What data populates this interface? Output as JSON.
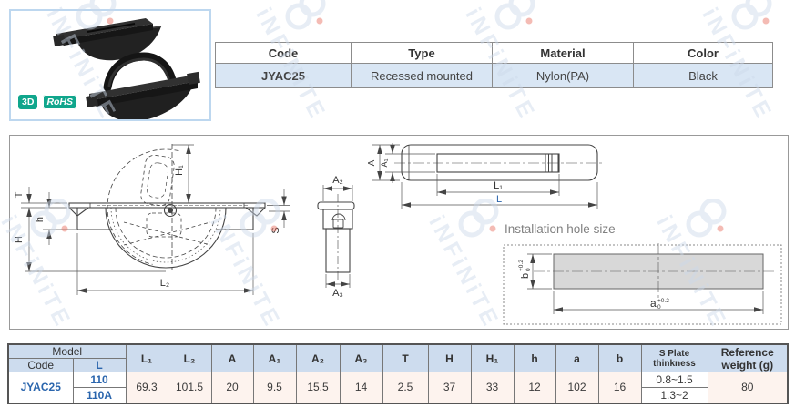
{
  "watermark": {
    "text": "iNFiNiTE"
  },
  "badges": {
    "badge_3d": "3D",
    "badge_rohs": "RoHS"
  },
  "spec_table": {
    "headers": [
      "Code",
      "Type",
      "Material",
      "Color"
    ],
    "row": [
      "JYAC25",
      "Recessed mounted",
      "Nylon(PA)",
      "Black"
    ]
  },
  "drawing": {
    "install_label": "Installation hole size",
    "labels": {
      "T": "T",
      "h": "h",
      "H": "H",
      "H1": "H₁",
      "S": "S",
      "L2": "L₂",
      "A2": "A₂",
      "A3": "A₃",
      "A": "A",
      "A1": "A₁",
      "L1": "L₁",
      "L": "L",
      "a": "a",
      "b": "b",
      "tol_top": "+0.2",
      "tol_bot": "0"
    }
  },
  "dim_table": {
    "model_label": "Model",
    "code_label": "Code",
    "l_label": "L",
    "headers": [
      "L₁",
      "L₂",
      "A",
      "A₁",
      "A₂",
      "A₃",
      "T",
      "H",
      "H₁",
      "h",
      "a",
      "b"
    ],
    "s_plate_line1": "S Plate",
    "s_plate_line2": "thinkness",
    "ref_line1": "Reference",
    "ref_line2": "weight (g)",
    "code_value": "JYAC25",
    "l_values": [
      "110",
      "110A"
    ],
    "values": [
      "69.3",
      "101.5",
      "20",
      "9.5",
      "15.5",
      "14",
      "2.5",
      "37",
      "33",
      "12",
      "102",
      "16"
    ],
    "s_plate_values": [
      "0.8~1.5",
      "1.3~2"
    ],
    "ref_value": "80"
  },
  "colors": {
    "accent_blue": "#4aa3d9",
    "light_blue": "#d9e6f4",
    "header_blue": "#cddcee",
    "pale_pink": "#fdf3ee",
    "badge_teal": "#10a68c",
    "blue_text": "#2a65ad"
  }
}
